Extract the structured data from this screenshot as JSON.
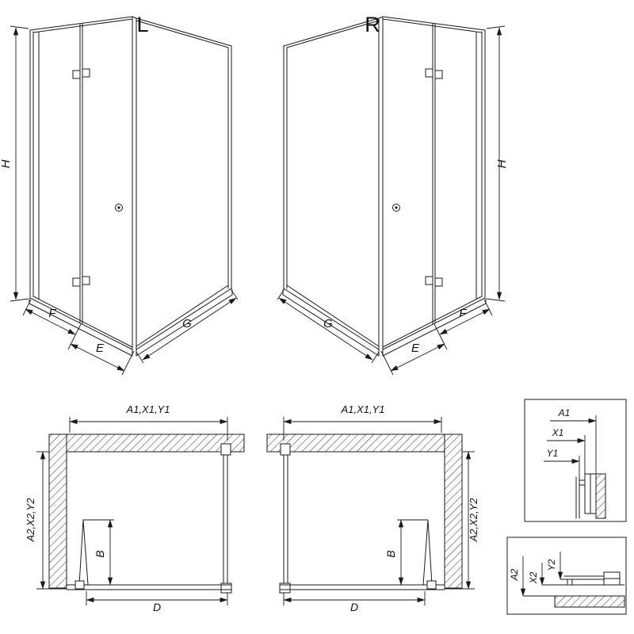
{
  "drawing": {
    "view_3d_left": {
      "label": "L",
      "dim_height": "H",
      "dim_fixed": "F",
      "dim_entry": "E",
      "dim_side": "G"
    },
    "view_3d_right": {
      "label": "R",
      "dim_height": "H",
      "dim_fixed": "F",
      "dim_entry": "E",
      "dim_side": "G"
    },
    "plan_left": {
      "dim_width": "A1,X1,Y1",
      "dim_depth": "A2,X2,Y2",
      "dim_door_projection": "B",
      "dim_door_width": "D"
    },
    "plan_right": {
      "dim_width": "A1,X1,Y1",
      "dim_depth": "A2,X2,Y2",
      "dim_door_projection": "B",
      "dim_door_width": "D"
    },
    "detail_width": {
      "dim_a1": "A1",
      "dim_x1": "X1",
      "dim_y1": "Y1"
    },
    "detail_depth": {
      "dim_a2": "A2",
      "dim_x2": "X2",
      "dim_y2": "Y2"
    },
    "colors": {
      "line": "#1a1a1a",
      "background": "#ffffff"
    }
  }
}
